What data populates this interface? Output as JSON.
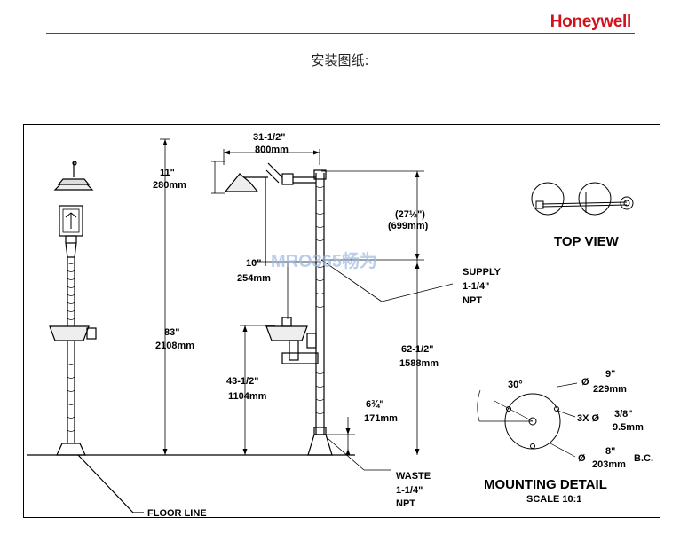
{
  "header": {
    "brand": "Honeywell",
    "title": "安装图纸:"
  },
  "watermark": {
    "text": "MRO365畅为"
  },
  "dims": {
    "d1": "31-1/2\"",
    "d1m": "800mm",
    "d2": "11\"",
    "d2m": "280mm",
    "d3": "10\"",
    "d3m": "254mm",
    "d4": "83\"",
    "d4m": "2108mm",
    "d5": "43-1/2\"",
    "d5m": "1104mm",
    "d6": "(27½\")",
    "d6m": "(699mm)",
    "d7": "62-1/2\"",
    "d7m": "1588mm",
    "d8": "6¾\"",
    "d8m": "171mm"
  },
  "callouts": {
    "supply": [
      "SUPPLY",
      "1-1/4\"",
      "NPT"
    ],
    "waste": [
      "WASTE",
      "1-1/4\"",
      "NPT"
    ],
    "floor": "FLOOR LINE"
  },
  "top_view": {
    "title": "TOP VIEW"
  },
  "mounting": {
    "angle": "30°",
    "d_outer": "Ø",
    "outer_in": "9\"",
    "outer_mm": "229mm",
    "holes_label": "3X Ø",
    "holes_in": "3/8\"",
    "holes_mm": "9.5mm",
    "bc_label": "Ø",
    "bc_in": "8\"",
    "bc_mm": "203mm",
    "bc_tag": "B.C.",
    "title": "MOUNTING DETAIL",
    "scale": "SCALE 10:1"
  }
}
